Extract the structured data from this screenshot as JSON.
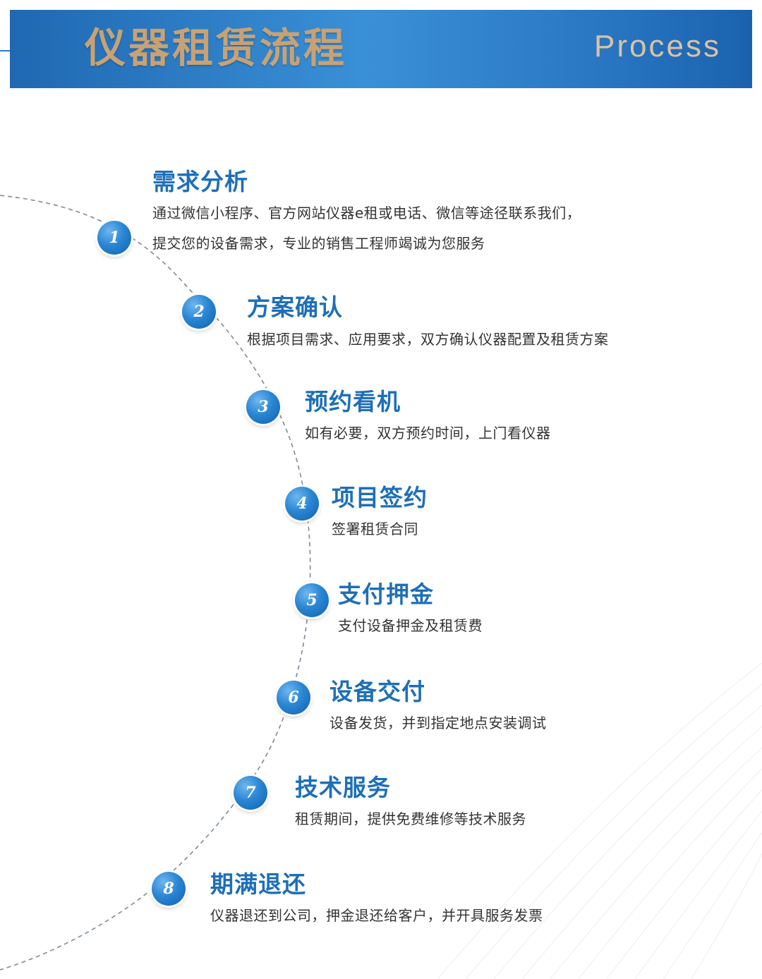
{
  "header": {
    "title": "仪器租赁流程",
    "subtitle": "Process"
  },
  "colors": {
    "header_gradient_start": "#1f68b2",
    "header_gradient_end": "#1a62ae",
    "header_title": "#c8a274",
    "step_title": "#1e6fb7",
    "badge": "#2a86d3"
  },
  "steps": [
    {
      "number": "1",
      "title": "需求分析",
      "desc_line1": "通过微信小程序、官方网站仪器e租或电话、微信等途径联系我们，",
      "desc_line2": "提交您的设备需求，专业的销售工程师竭诚为您服务"
    },
    {
      "number": "2",
      "title": "方案确认",
      "desc_line1": "根据项目需求、应用要求，双方确认仪器配置及租赁方案"
    },
    {
      "number": "3",
      "title": "预约看机",
      "desc_line1": "如有必要，双方预约时间，上门看仪器"
    },
    {
      "number": "4",
      "title": "项目签约",
      "desc_line1": "签署租赁合同"
    },
    {
      "number": "5",
      "title": "支付押金",
      "desc_line1": "支付设备押金及租赁费"
    },
    {
      "number": "6",
      "title": "设备交付",
      "desc_line1": "设备发货，并到指定地点安装调试"
    },
    {
      "number": "7",
      "title": "技术服务",
      "desc_line1": "租赁期间，提供免费维修等技术服务"
    },
    {
      "number": "8",
      "title": "期满退还",
      "desc_line1": "仪器退还到公司，押金退还给客户，并开具服务发票"
    }
  ]
}
